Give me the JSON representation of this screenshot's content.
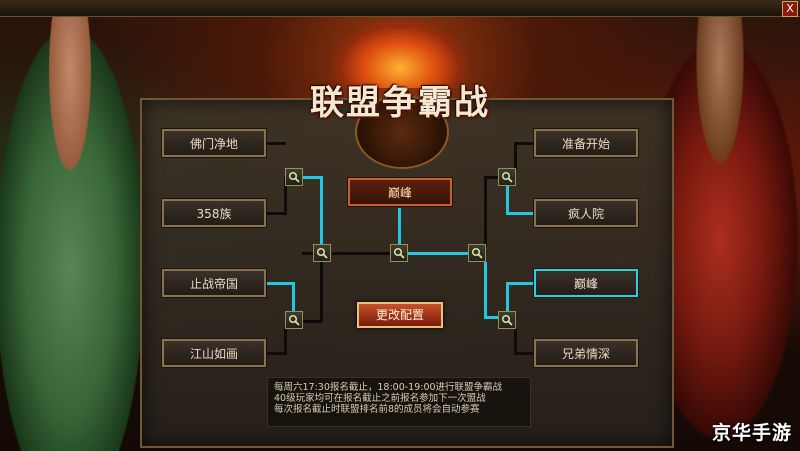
{
  "window": {
    "close_label": "X"
  },
  "title": "联盟争霸战",
  "bracket": {
    "left": [
      "佛门净地",
      "358族",
      "止战帝国",
      "江山如画"
    ],
    "right": [
      "准备开始",
      "疯人院",
      "巅峰",
      "兄弟情深"
    ],
    "final": "巅峰"
  },
  "buttons": {
    "modify": "更改配置"
  },
  "info": [
    "每周六17:30报名截止，18:00-19:00进行联盟争霸战",
    "40级玩家均可在报名截止之前报名参加下一次盟战",
    "每次报名截止时联盟排名前8的成员将会自动参赛"
  ],
  "watermark": "京华手游",
  "colors": {
    "highlight": "#22c8e0",
    "frame": "#8a7250",
    "final": "#c8602a"
  },
  "icons": [
    "magnifier-icon",
    "close-icon"
  ]
}
